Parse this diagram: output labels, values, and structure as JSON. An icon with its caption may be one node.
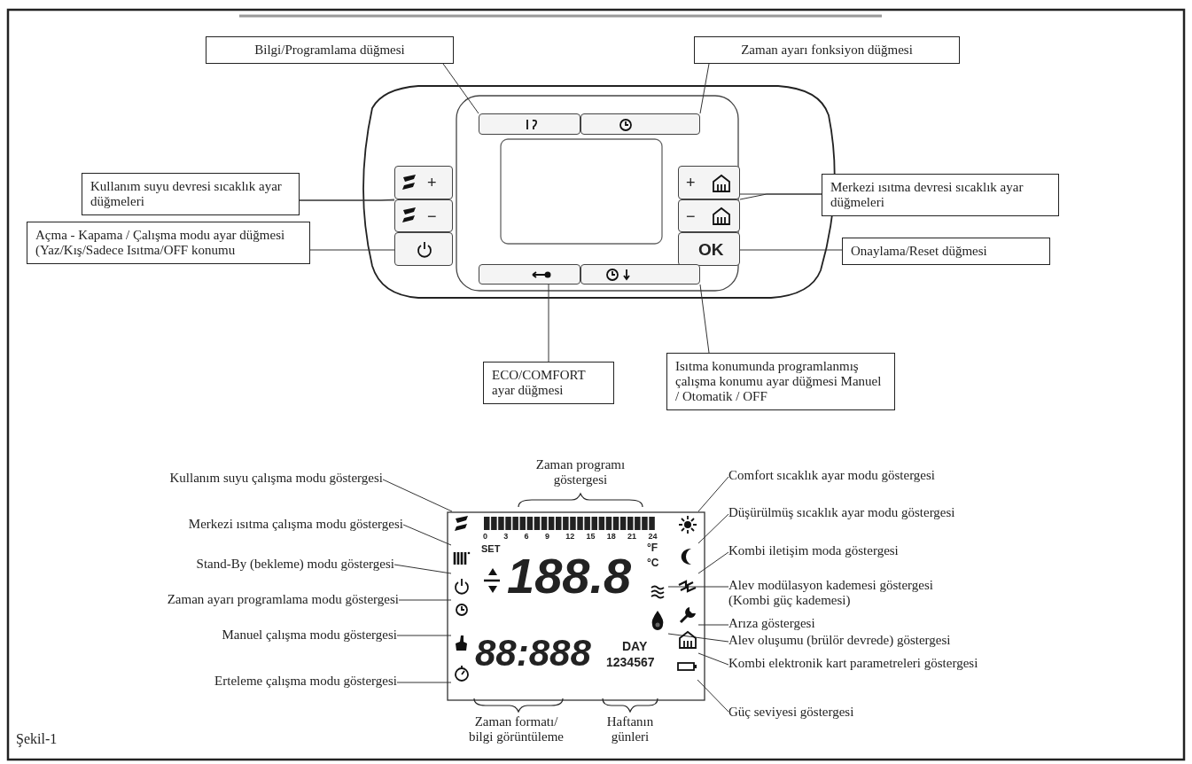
{
  "diagram": {
    "caption": "Şekil-1",
    "nodes": [
      {
        "text": [
          "Bilgi/Programlama düğmesi"
        ]
      },
      {
        "text": [
          "Zaman ayarı fonksiyon düğmesi"
        ]
      },
      {
        "text": [
          "Kullanım suyu devresi sıcaklık ayar düğmeleri"
        ]
      },
      {
        "text": [
          "Merkezi ısıtma devresi sıcaklık ayar düğmeleri"
        ]
      },
      {
        "text": [
          "Açma - Kapama / Çalışma modu ayar düğmesi (Yaz/Kış/Sadece Isıtma/OFF konumu"
        ]
      },
      {
        "text": [
          "Onaylama/Reset düğmesi"
        ]
      },
      {
        "text": [
          "ECO/COMFORT ayar düğmesi"
        ]
      },
      {
        "text": [
          "Isıtma konumunda programlanmış çalışma konumu ayar düğmesi Manuel / Otomatik / OFF"
        ]
      },
      {
        "text": [
          "Kullanım suyu çalışma modu göstergesi"
        ]
      },
      {
        "text": [
          "Merkezi ısıtma çalışma modu göstergesi"
        ]
      },
      {
        "text": [
          "Stand-By (bekleme) modu göstergesi"
        ]
      },
      {
        "text": [
          "Zaman ayarı programlama modu göstergesi"
        ]
      },
      {
        "text": [
          "Manuel çalışma modu göstergesi"
        ]
      },
      {
        "text": [
          "Erteleme çalışma modu göstergesi"
        ]
      },
      {
        "text": [
          "Comfort sıcaklık ayar modu göstergesi"
        ]
      },
      {
        "text": [
          "Düşürülmüş sıcaklık ayar modu göstergesi"
        ]
      },
      {
        "text": [
          "Kombi iletişim moda göstergesi"
        ]
      },
      {
        "text": [
          "Alev modülasyon kademesi göstergesi (Kombi güç kademesi)"
        ]
      },
      {
        "text": [
          "Arıza göstergesi"
        ]
      },
      {
        "text": [
          "Alev oluşumu (brülör devrede) göstergesi"
        ]
      },
      {
        "text": [
          "Kombi elektronik kart parametreleri göstergesi"
        ]
      },
      {
        "text": [
          "Güç seviyesi göstergesi"
        ]
      },
      {
        "text": [],
        "shape": "box"
      },
      {
        "text": [],
        "shape": "box"
      },
      {
        "text": [
          "+"
        ]
      },
      {
        "text": [
          "−"
        ]
      },
      {
        "text": [],
        "shape": "box"
      },
      {
        "text": [
          "+"
        ]
      },
      {
        "text": [
          "−"
        ]
      },
      {
        "text": [
          "OK"
        ]
      },
      {
        "text": [],
        "shape": "box"
      },
      {
        "text": [],
        "shape": "box"
      },
      {
        "text": [],
        "shape": "tap"
      },
      {
        "text": [],
        "shape": "radiator"
      },
      {
        "text": [],
        "shape": "power"
      },
      {
        "text": [],
        "shape": "clock"
      },
      {
        "text": [],
        "shape": "hand"
      },
      {
        "text": [],
        "shape": "timer"
      },
      {
        "text": [],
        "shape": "sun"
      },
      {
        "text": [],
        "shape": "moon"
      },
      {
        "text": [],
        "shape": "lightning"
      },
      {
        "text": [],
        "shape": "wave"
      },
      {
        "text": [],
        "shape": "wrench"
      },
      {
        "text": [],
        "shape": "flame"
      },
      {
        "text": [],
        "shape": "house"
      },
      {
        "text": [],
        "shape": "battery"
      }
    ],
    "edges": [
      {
        "from": 0,
        "to": 22,
        "arrow": "none"
      },
      {
        "from": 1,
        "to": 23,
        "arrow": "none"
      },
      {
        "from": 2,
        "to": 24,
        "arrow": "none"
      },
      {
        "from": 2,
        "to": 25,
        "arrow": "none"
      },
      {
        "from": 3,
        "to": 27,
        "arrow": "none"
      },
      {
        "from": 3,
        "to": 28,
        "arrow": "none"
      },
      {
        "from": 4,
        "to": 26,
        "arrow": "none"
      },
      {
        "from": 5,
        "to": 29,
        "arrow": "none"
      },
      {
        "from": 6,
        "to": 30,
        "arrow": "none"
      },
      {
        "from": 7,
        "to": 31,
        "arrow": "none"
      },
      {
        "from": 8,
        "to": 32,
        "arrow": "none"
      },
      {
        "from": 9,
        "to": 33,
        "arrow": "none"
      },
      {
        "from": 10,
        "to": 34,
        "arrow": "none"
      },
      {
        "from": 11,
        "to": 35,
        "arrow": "none"
      },
      {
        "from": 12,
        "to": 36,
        "arrow": "none"
      },
      {
        "from": 13,
        "to": 37,
        "arrow": "none"
      },
      {
        "from": 14,
        "to": 38,
        "arrow": "none"
      },
      {
        "from": 15,
        "to": 39,
        "arrow": "none"
      },
      {
        "from": 16,
        "to": 40,
        "arrow": "none"
      },
      {
        "from": 17,
        "to": 41,
        "arrow": "none"
      },
      {
        "from": 18,
        "to": 42,
        "arrow": "none"
      },
      {
        "from": 19,
        "to": 43,
        "arrow": "none"
      },
      {
        "from": 20,
        "to": 44,
        "arrow": "none"
      },
      {
        "from": 21,
        "to": 45,
        "arrow": "none"
      }
    ],
    "labels": [
      "SET",
      "0",
      "3",
      "6",
      "9",
      "12",
      "15",
      "18",
      "21",
      "24",
      "°F",
      "°C",
      "188.8",
      "88:888",
      "DAY",
      "1234567",
      "Zaman programı göstergesi",
      "Zaman formatı/ bilgi görüntüleme",
      "Haftanın günleri"
    ]
  }
}
